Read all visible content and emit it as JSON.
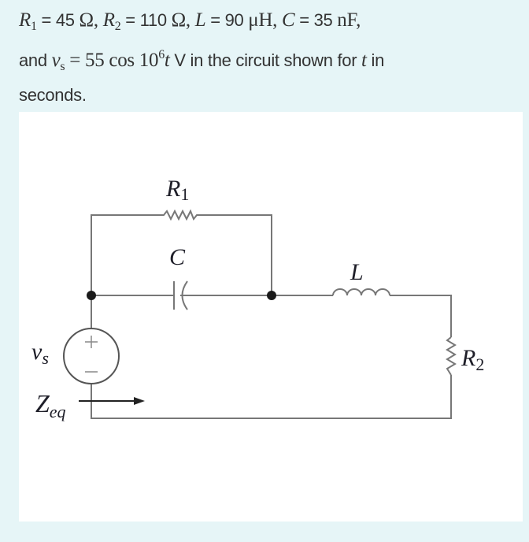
{
  "problem": {
    "r1_symbol": "R",
    "r1_sub": "1",
    "r1_value": " = 45 ",
    "ohm1": "Ω",
    "sep1": ", ",
    "r2_symbol": "R",
    "r2_sub": "2",
    "r2_value": " = 110 ",
    "ohm2": "Ω",
    "sep2": ", ",
    "l_symbol": "L",
    "l_value": " = 90 ",
    "l_unit": "μH",
    "sep3": ", ",
    "c_symbol": "C",
    "c_value": " = 35 ",
    "c_unit": "nF",
    "sep4": ",",
    "and_text": "and ",
    "vs_symbol": "v",
    "vs_sub": "s",
    "vs_expr_eq": " = 55 cos 10",
    "vs_expr_exp": "6",
    "vs_expr_t": "t",
    "vs_unit_text": " V in the circuit shown for ",
    "t_symbol": "t",
    "tail_text": " in",
    "line3": "seconds."
  },
  "circuit": {
    "labels": {
      "r1": "R",
      "r1_sub": "1",
      "c": "C",
      "l": "L",
      "r2": "R",
      "r2_sub": "2",
      "vs": "v",
      "vs_sub": "s",
      "zeq": "Z",
      "zeq_sub": "eq",
      "plus": "+",
      "minus": "−"
    },
    "colors": {
      "wire": "#777777",
      "node": "#1a1a1a",
      "background": "#e6f5f7",
      "panel": "#ffffff"
    }
  }
}
